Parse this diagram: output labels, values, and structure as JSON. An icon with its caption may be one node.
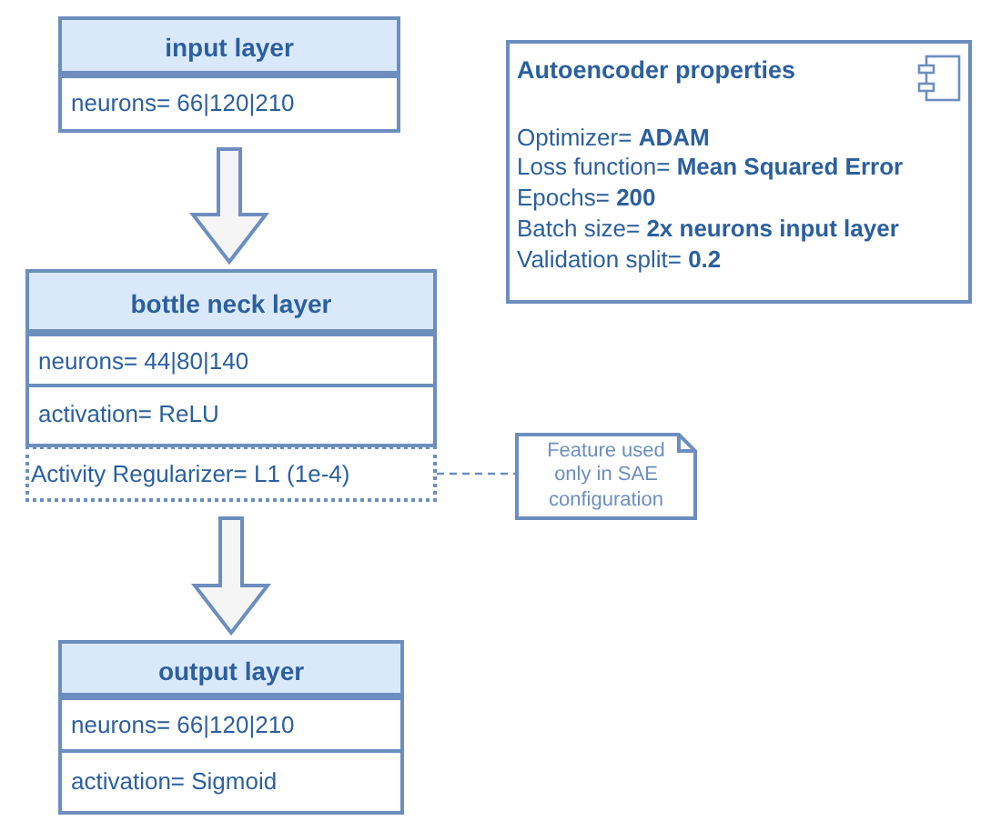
{
  "diagram": {
    "nodes": [
      {
        "text": [
          "input layer"
        ]
      },
      {
        "text": [
          "neurons= 66|120|210"
        ],
        "in": 0
      },
      {
        "text": [
          "bottle neck layer"
        ]
      },
      {
        "text": [
          "neurons= 44|80|140"
        ],
        "in": 2
      },
      {
        "text": [
          "activation= ReLU"
        ],
        "in": 2
      },
      {
        "text": [
          "Activity Regularizer= L1 (1e-4)"
        ]
      },
      {
        "text": [
          "Feature used only in SAE configuration"
        ]
      },
      {
        "text": [
          "output layer"
        ]
      },
      {
        "text": [
          "neurons= 66|120|210"
        ],
        "in": 7
      },
      {
        "text": [
          "activation= Sigmoid"
        ],
        "in": 7
      },
      {
        "text": [
          "Autoencoder properties",
          "Optimizer= **ADAM**",
          "Loss function= **Mean Squared Error**",
          "Epochs= **200**",
          "Batch size= **2x neurons input layer**",
          "Validation split= **0.2**"
        ]
      }
    ],
    "edges": [
      {
        "from": 0,
        "to": 2,
        "arrow": "to"
      },
      {
        "from": 5,
        "to": 7,
        "arrow": "to"
      },
      {
        "from": 5,
        "to": 6,
        "arrow": "none",
        "style": "dashed"
      }
    ]
  }
}
